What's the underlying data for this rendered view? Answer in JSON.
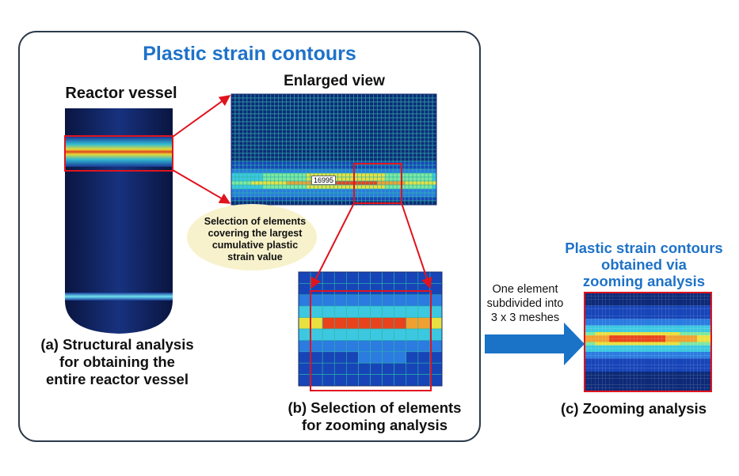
{
  "title": "Plastic strain contours",
  "vessel_label": "Reactor vessel",
  "enlarged_label": "Enlarged view",
  "selection_note": [
    "Selection of elements",
    "covering the largest",
    "cumulative plastic",
    "strain value"
  ],
  "value_tag": "16995",
  "caption_a": [
    "(a) Structural analysis",
    "for obtaining the",
    "entire reactor vessel"
  ],
  "caption_b": [
    "(b) Selection of elements",
    "for zooming analysis"
  ],
  "caption_c": "(c) Zooming analysis",
  "arrow_note": [
    "One element",
    "subdivided into",
    "3 x 3 meshes"
  ],
  "zoom_title": [
    "Plastic strain contours",
    "obtained via",
    "zooming analysis"
  ],
  "colors": {
    "title_blue": "#1e72c8",
    "box_border": "#2b3a4a",
    "highlight_red": "#e0141e",
    "arrow_blue": "#1a73c6",
    "mesh_dark": "#0d2a78",
    "mesh_line": "#2fb4a8",
    "ellipse_fill": "#f7f2cc"
  }
}
